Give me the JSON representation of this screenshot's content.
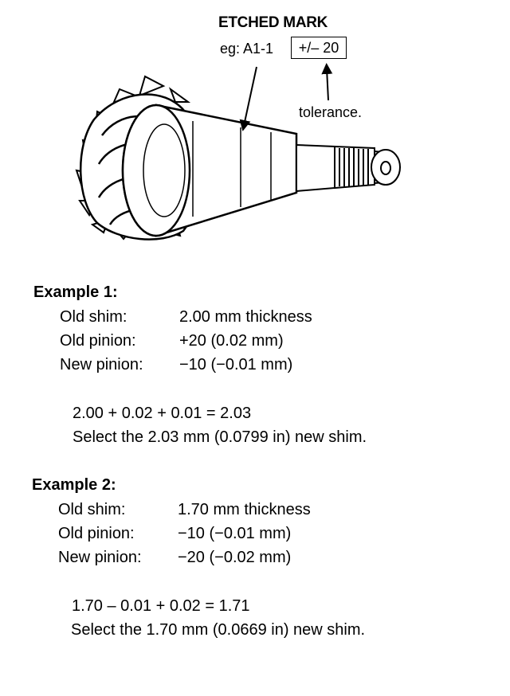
{
  "callout": {
    "title": "ETCHED MARK",
    "example_prefix": "eg: A1-1",
    "tolerance_value": "+/– 20",
    "tolerance_label": "tolerance."
  },
  "example1": {
    "title": "Example 1:",
    "rows": [
      {
        "label": "Old shim:",
        "value": "2.00 mm thickness"
      },
      {
        "label": "Old pinion:",
        "value": "+20 (0.02 mm)"
      },
      {
        "label": "New pinion:",
        "value": "−10 (−0.01 mm)"
      }
    ],
    "equation": "2.00 + 0.02 + 0.01 = 2.03",
    "selection": "Select the 2.03 mm (0.0799 in) new shim."
  },
  "example2": {
    "title": "Example 2:",
    "rows": [
      {
        "label": "Old shim:",
        "value": "1.70 mm thickness"
      },
      {
        "label": "Old pinion:",
        "value": "−10 (−0.01 mm)"
      },
      {
        "label": "New pinion:",
        "value": "−20 (−0.02 mm)"
      }
    ],
    "equation": "1.70 – 0.01 + 0.02 = 1.71",
    "selection": "Select the 1.70 mm (0.0669 in) new shim."
  }
}
